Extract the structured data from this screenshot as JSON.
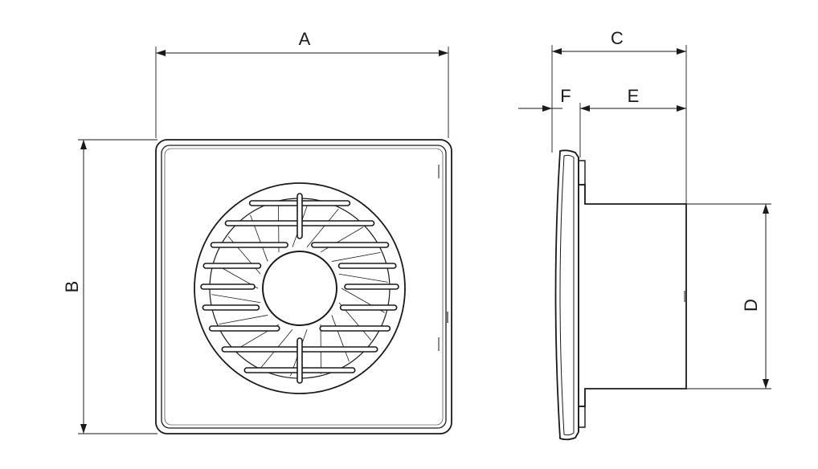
{
  "diagram": {
    "front_view": {
      "width_label": "A",
      "height_label": "B"
    },
    "side_view": {
      "depth_label": "C",
      "spigot_diameter_label": "D",
      "spigot_length_label": "E",
      "panel_thickness_label": "F"
    }
  }
}
